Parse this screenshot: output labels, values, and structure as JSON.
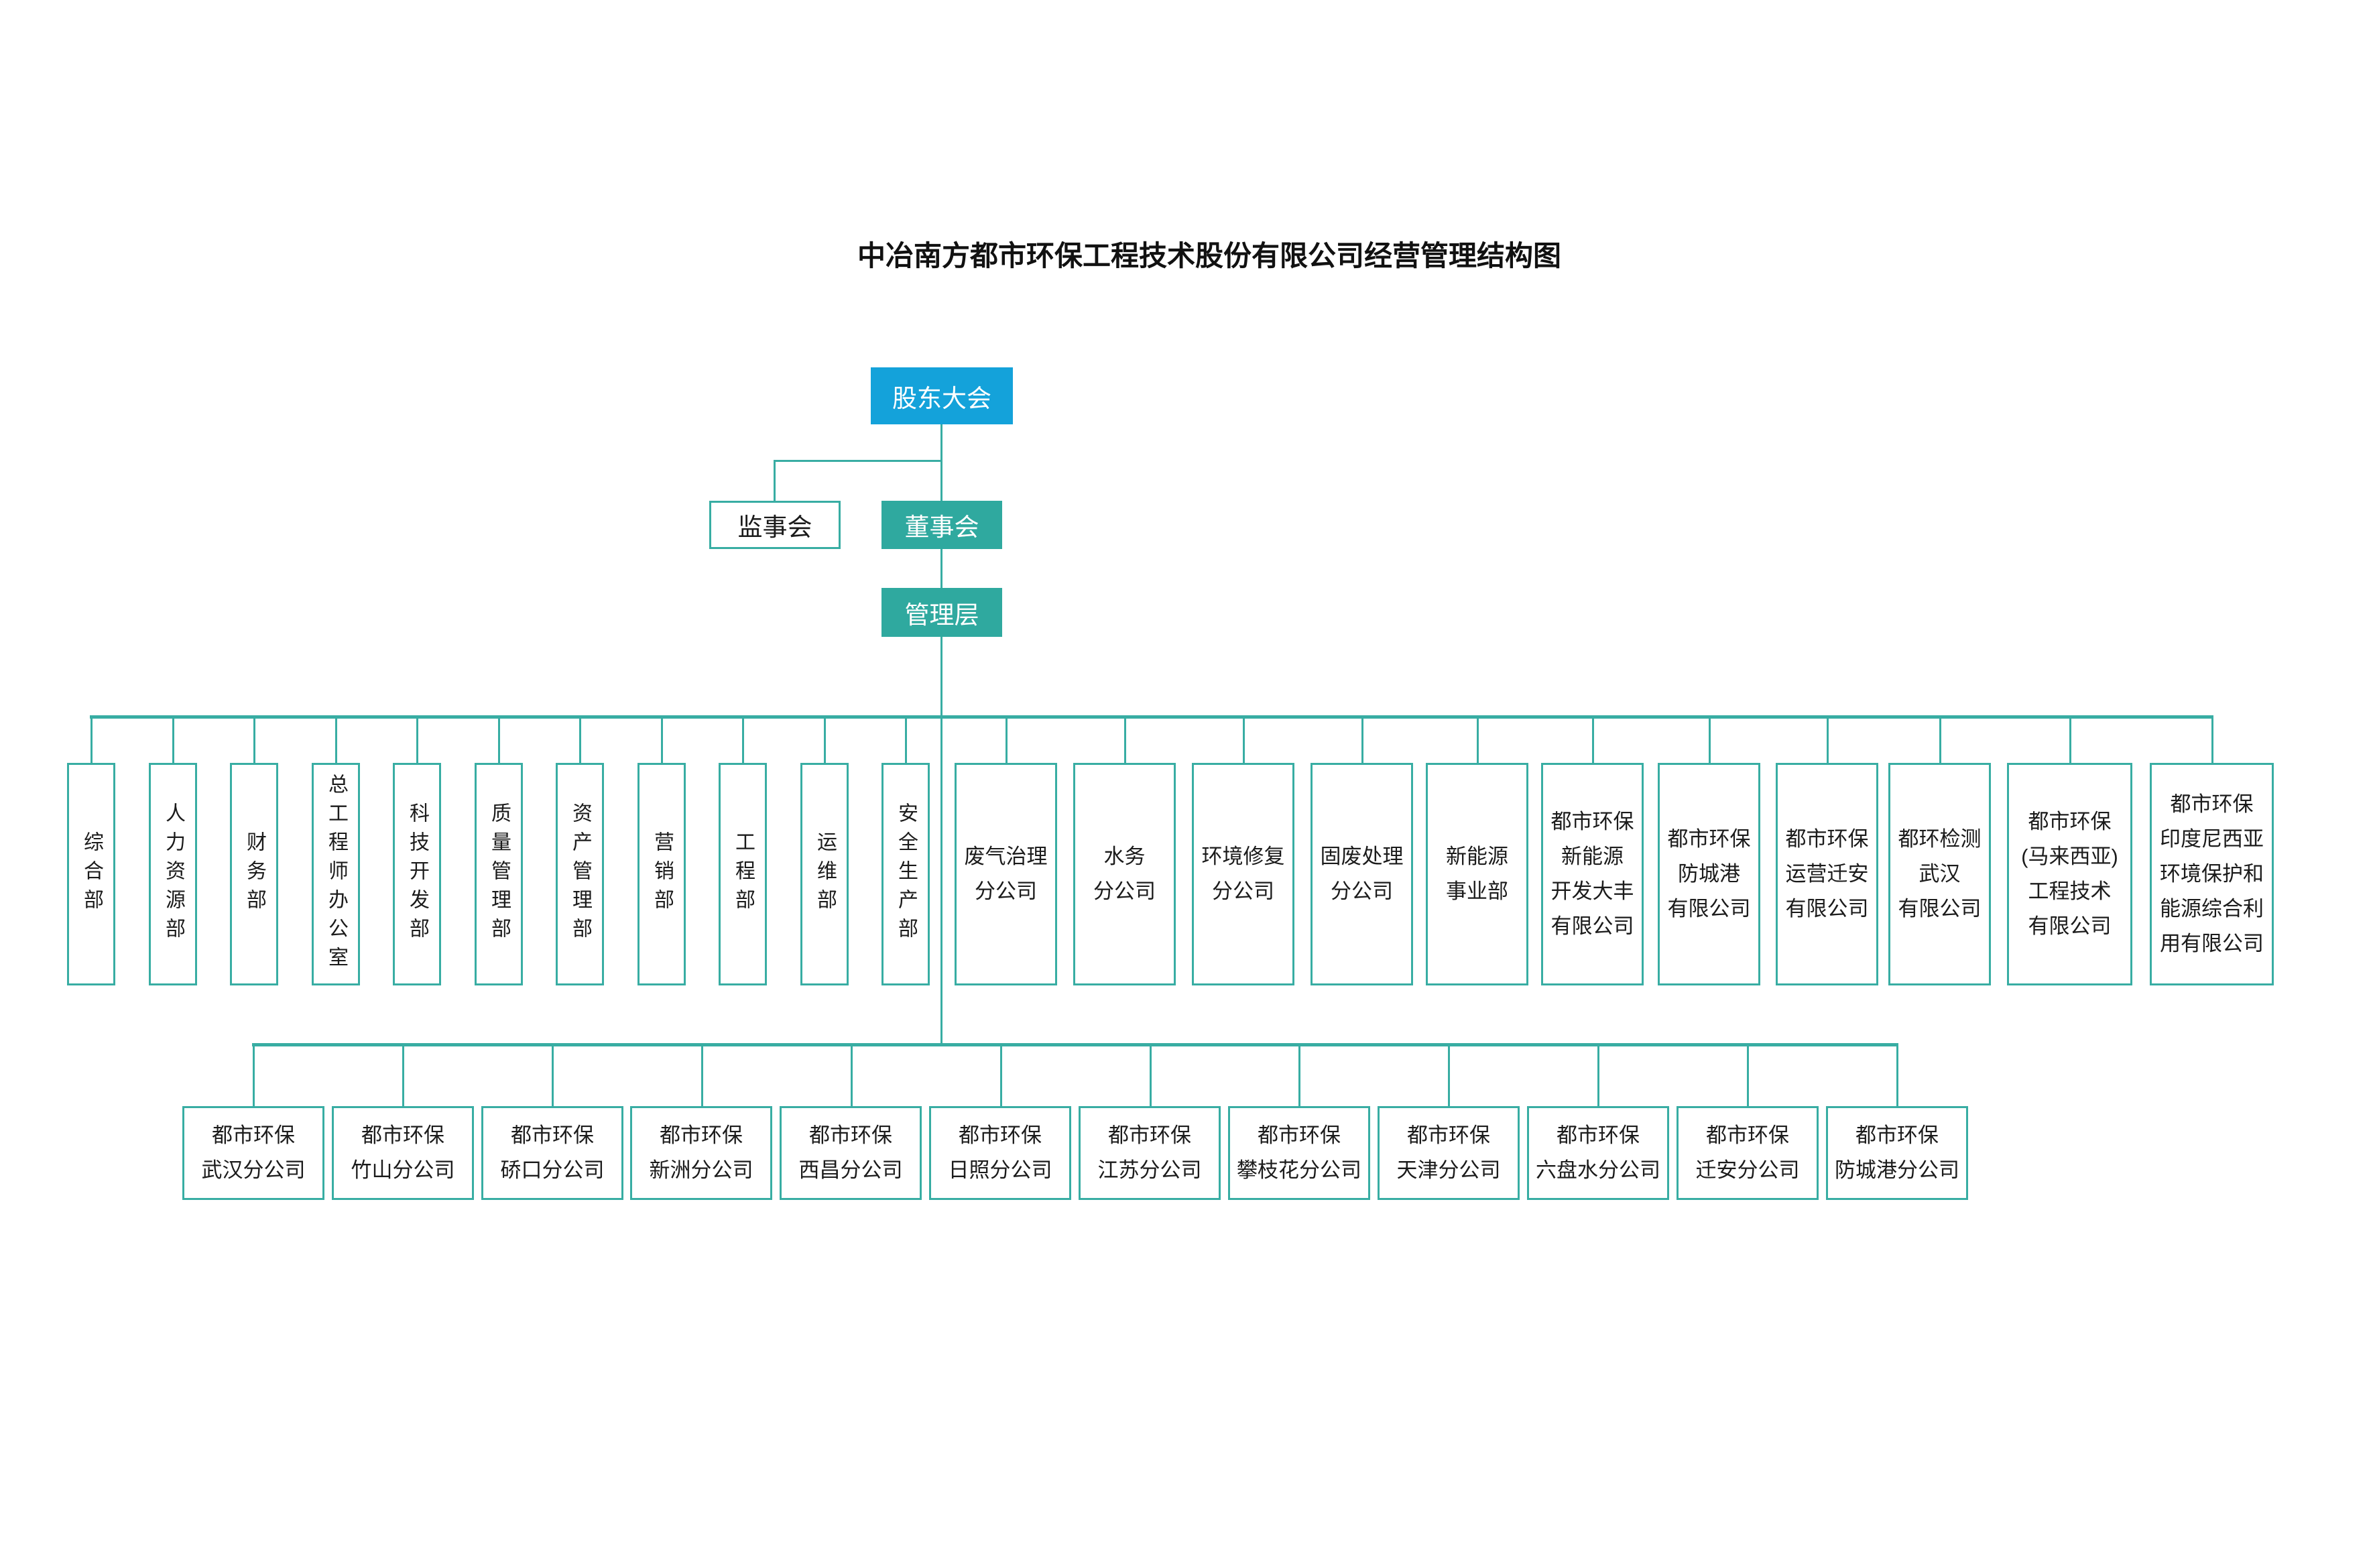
{
  "title": "中冶南方都市环保工程技术股份有限公司经营管理结构图",
  "colors": {
    "primary_blue": "#14A2DA",
    "teal": "#2FA99F",
    "connector_line": "#38ADA3",
    "text": "#1B1B1B"
  },
  "governance": {
    "shareholders_meeting": "股东大会",
    "supervisory_board": "监事会",
    "board_of_directors": "董事会",
    "management": "管理层"
  },
  "departments": [
    "综合部",
    "人力资源部",
    "财务部",
    "总工程师办公室",
    "科技开发部",
    "质量管理部",
    "资产管理部",
    "营销部",
    "工程部",
    "运维部",
    "安全生产部"
  ],
  "subsidiaries": [
    "废气治理\n分公司",
    "水务\n分公司",
    "环境修复\n分公司",
    "固废处理\n分公司",
    "新能源\n事业部",
    "都市环保\n新能源\n开发大丰\n有限公司",
    "都市环保\n防城港\n有限公司",
    "都市环保\n运营迁安\n有限公司",
    "都环检测\n武汉\n有限公司",
    "都市环保\n(马来西亚)\n工程技术\n有限公司",
    "都市环保\n印度尼西亚\n环境保护和\n能源综合利\n用有限公司"
  ],
  "branches": [
    "都市环保\n武汉分公司",
    "都市环保\n竹山分公司",
    "都市环保\n硚口分公司",
    "都市环保\n新洲分公司",
    "都市环保\n西昌分公司",
    "都市环保\n日照分公司",
    "都市环保\n江苏分公司",
    "都市环保\n攀枝花分公司",
    "都市环保\n天津分公司",
    "都市环保\n六盘水分公司",
    "都市环保\n迁安分公司",
    "都市环保\n防城港分公司"
  ]
}
